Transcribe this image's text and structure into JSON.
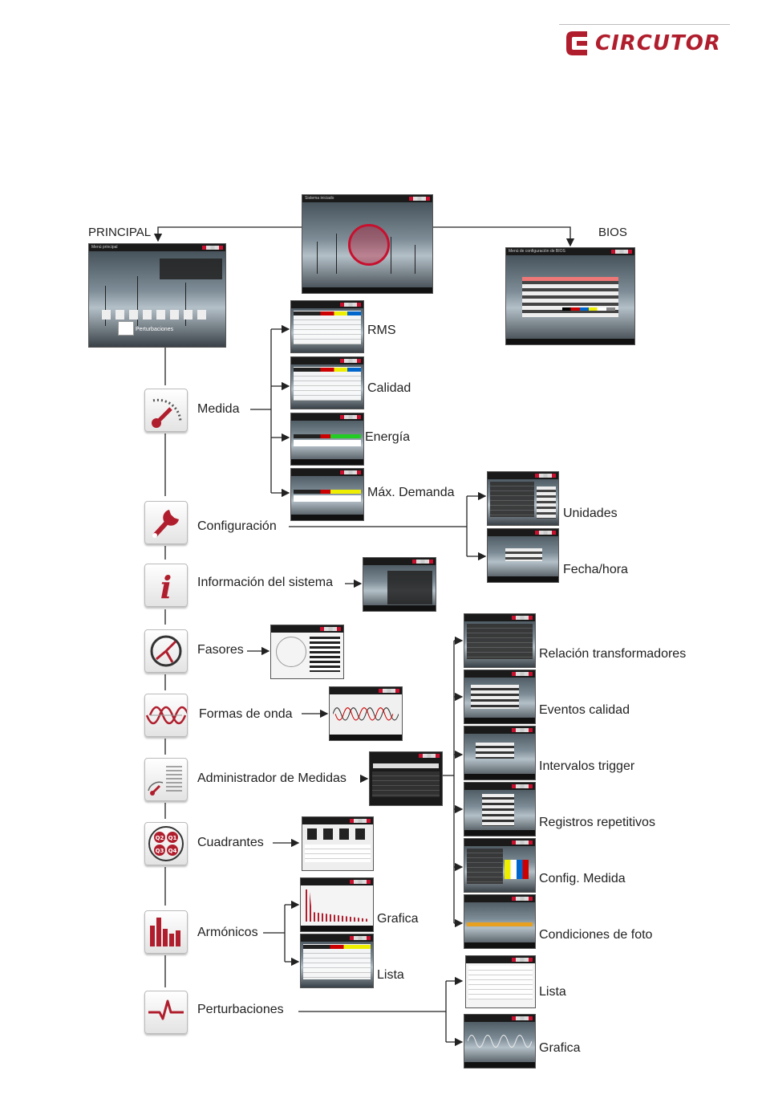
{
  "brand": {
    "name": "CIRCUTOR",
    "color": "#b01e2d"
  },
  "top": {
    "principal": "PRINCIPAL",
    "bios": "BIOS",
    "startup_screen": {
      "title": "Sistema iniciado"
    },
    "principal_screen": {
      "title": "Menú principal",
      "overlay_label": "Perturbaciones"
    },
    "bios_screen": {
      "title": "Menú de configuración de BIOS"
    }
  },
  "menu": [
    {
      "label": "Medida",
      "icon": "gauge-icon"
    },
    {
      "label": "Configuración",
      "icon": "wrench-icon"
    },
    {
      "label": "Información del sistema",
      "icon": "info-icon"
    },
    {
      "label": "Fasores",
      "icon": "phasor-icon"
    },
    {
      "label": "Formas de onda",
      "icon": "waveform-icon"
    },
    {
      "label": "Administrador de Medidas",
      "icon": "measure-manager-icon"
    },
    {
      "label": "Cuadrantes",
      "icon": "quadrants-icon"
    },
    {
      "label": "Armónicos",
      "icon": "harmonics-icon"
    },
    {
      "label": "Perturbaciones",
      "icon": "disturbance-icon"
    }
  ],
  "medida_sub": [
    "RMS",
    "Calidad",
    "Energía",
    "Máx. Demanda"
  ],
  "config_sub": [
    "Unidades",
    "Fecha/hora"
  ],
  "admin_sub": [
    "Relación transformadores",
    "Eventos calidad",
    "Intervalos trigger",
    "Registros repetitivos",
    "Config. Medida",
    "Condiciones de foto"
  ],
  "armonicos_sub": [
    "Grafica",
    "Lista"
  ],
  "perturb_sub": [
    "Lista",
    "Grafica"
  ],
  "quadrant_labels": [
    "Q2",
    "Q1",
    "Q3",
    "Q4"
  ]
}
